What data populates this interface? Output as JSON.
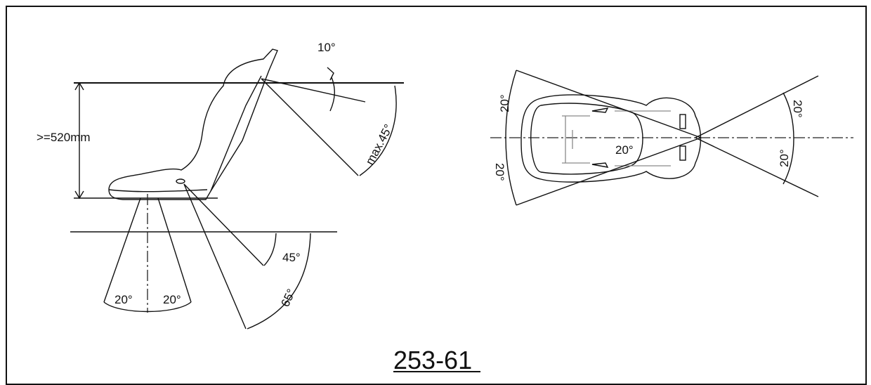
{
  "figure_id": "253-61",
  "side_view": {
    "height_label": ">=520mm",
    "backrest_tilt_label": "10°",
    "harness_shoulder_label": "max.45°",
    "lap_belt_label": "45°",
    "crotch_belt_label": "65°",
    "leg_left_label": "20°",
    "leg_right_label": "20°"
  },
  "top_view": {
    "shoulder_left_upper": "20°",
    "shoulder_left_lower": "20°",
    "center_label": "20°",
    "front_upper": "20°",
    "front_lower": "20°"
  }
}
